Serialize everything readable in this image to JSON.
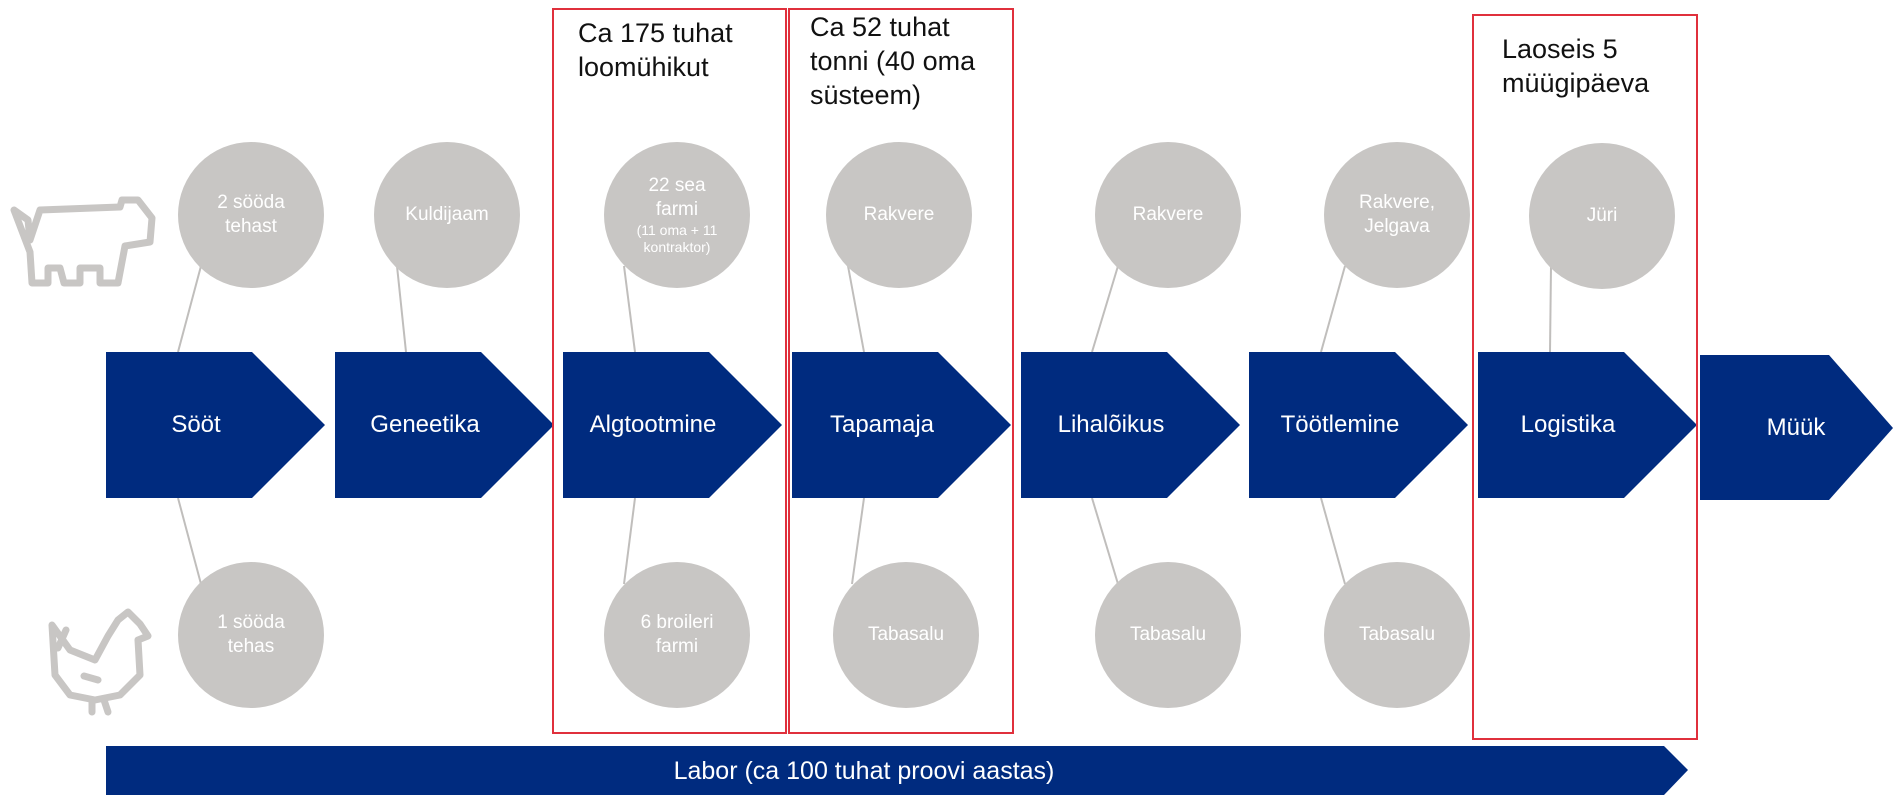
{
  "colors": {
    "chevron": "#002b7f",
    "circle": "#c8c6c4",
    "connector": "#c0bebc",
    "highlight": "#e0303c",
    "animal_icon": "#c8c6c4"
  },
  "icons": {
    "top": "pig-icon",
    "bottom": "chicken-icon"
  },
  "chain": [
    {
      "label": "Sööt"
    },
    {
      "label": "Geneetika"
    },
    {
      "label": "Algtootmine"
    },
    {
      "label": "Tapamaja"
    },
    {
      "label": "Lihalõikus"
    },
    {
      "label": "Töötlemine"
    },
    {
      "label": "Logistika"
    },
    {
      "label": "Müük"
    }
  ],
  "top_circles": [
    {
      "main": "2 sööda\ntehast"
    },
    {
      "main": "Kuldijaam"
    },
    {
      "main": "22 sea\nfarmi",
      "sub": "(11 oma + 11\nkontraktor)"
    },
    {
      "main": "Rakvere"
    },
    {
      "main": "Rakvere"
    },
    {
      "main": "Rakvere,\nJelgava"
    },
    {
      "main": "Jüri"
    }
  ],
  "bottom_circles": [
    {
      "main": "1 sööda\ntehas"
    },
    {
      "main": "6 broileri\nfarmi"
    },
    {
      "main": "Tabasalu"
    },
    {
      "main": "Tabasalu"
    },
    {
      "main": "Tabasalu"
    }
  ],
  "highlights": [
    {
      "text": "Ca 175 tuhat\nloomühikut"
    },
    {
      "text": "Ca 52 tuhat\ntonni (40 oma\nsüsteem)"
    },
    {
      "text": "Laoseis 5\nmüügipäeva"
    }
  ],
  "labor": {
    "label": "Labor (ca 100 tuhat proovi aastas)"
  }
}
